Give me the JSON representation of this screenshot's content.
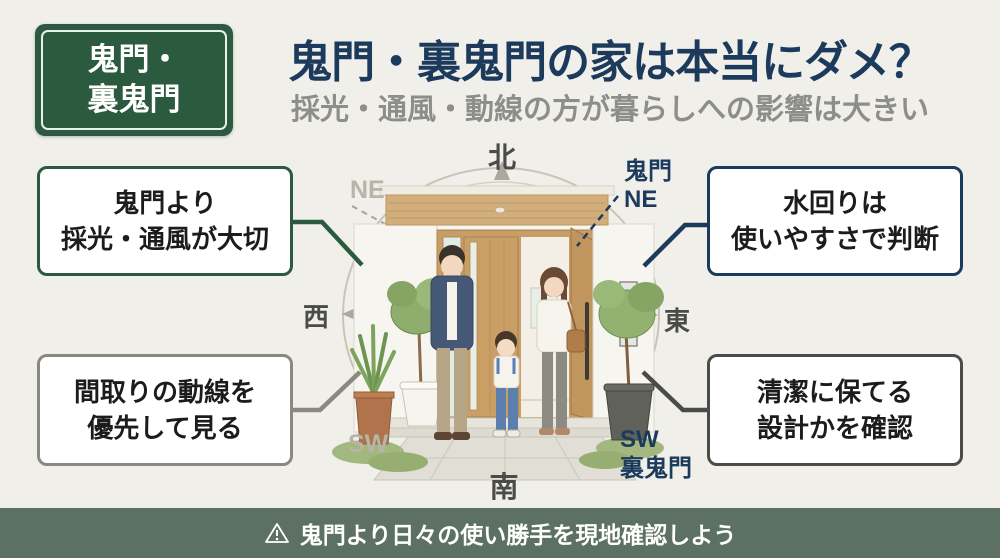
{
  "colors": {
    "background": "#f1efe9",
    "green": "#2b5a3e",
    "navy": "#1b3a5c",
    "gray_border": "#8b897f",
    "dark_border": "#4b4b49",
    "subtitle_gray": "#8d8d8b",
    "label_dark": "#4b4b47",
    "label_light": "#b7b4a9",
    "footer_bg": "#5c7163",
    "box_bg": "#ffffff",
    "text_black": "#1c1c1c"
  },
  "badge": {
    "line1": "鬼門・",
    "line2": "裏鬼門"
  },
  "header": {
    "title": "鬼門・裏鬼門の家は本当にダメ？",
    "subtitle": "採光・通風・動線の方が暮らしへの影響は大きい"
  },
  "callouts": {
    "top_left": {
      "line1": "鬼門より",
      "line2": "採光・通風が大切"
    },
    "top_right": {
      "line1": "水回りは",
      "line2": "使いやすさで判断"
    },
    "bottom_left": {
      "line1": "間取りの動線を",
      "line2": "優先して見る"
    },
    "bottom_right": {
      "line1": "清潔に保てる",
      "line2": "設計かを確認"
    }
  },
  "compass": {
    "north": "北",
    "south": "南",
    "west": "西",
    "east": "東",
    "ne_secondary": "NE",
    "sw_secondary": "SW",
    "kimon_label": "鬼門",
    "kimon_dir": "NE",
    "ura_dir": "SW",
    "ura_label": "裏鬼門"
  },
  "footer": {
    "icon": "warning-triangle-icon",
    "text": "鬼門より日々の使い勝手を現地確認しよう"
  }
}
